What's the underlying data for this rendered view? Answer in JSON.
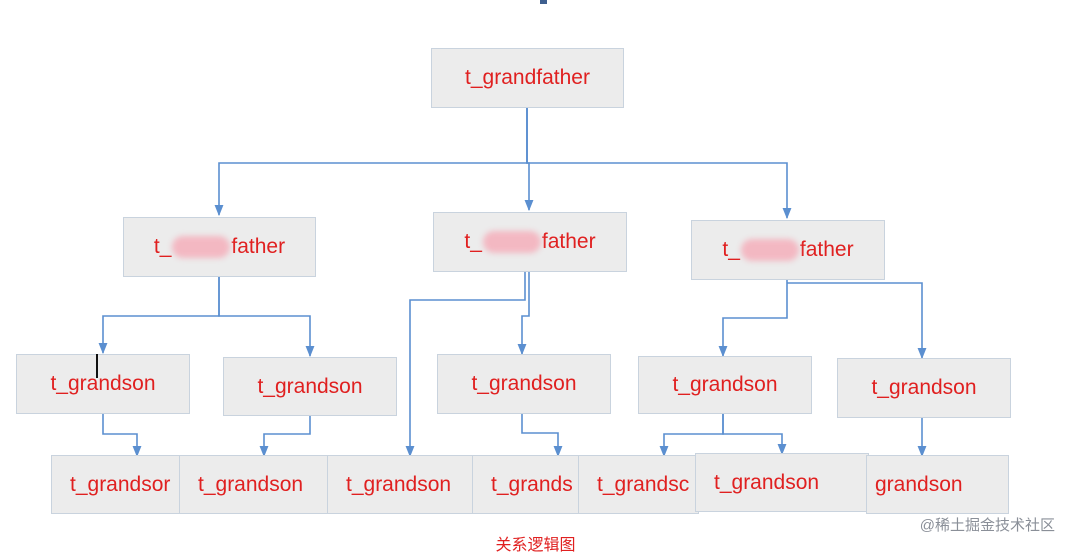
{
  "diagram": {
    "root": {
      "label": "t_grandfather"
    },
    "fathers": [
      {
        "prefix": "t_",
        "suffix": "father"
      },
      {
        "prefix": "t_",
        "suffix": "father"
      },
      {
        "prefix": "t_",
        "suffix": "father"
      }
    ],
    "grandsons": [
      {
        "label": "t_grandson"
      },
      {
        "label": "t_grandson"
      },
      {
        "label": "t_grandson"
      },
      {
        "label": "t_grandson"
      },
      {
        "label": "t_grandson"
      }
    ],
    "bottom_row": [
      {
        "label": "t_grandsor"
      },
      {
        "label": "t_grandson"
      },
      {
        "label": "t_grandson"
      },
      {
        "label": "t_grands"
      },
      {
        "label": "t_grandsc"
      },
      {
        "label": "t_grandson"
      },
      {
        "label": "grandson"
      }
    ],
    "caption": "关系逻辑图",
    "watermark": "@稀土掘金技术社区"
  },
  "colors": {
    "node_fill": "#ececec",
    "node_border": "#c9d3de",
    "text": "#e02020",
    "connector": "#5b8fd0"
  }
}
